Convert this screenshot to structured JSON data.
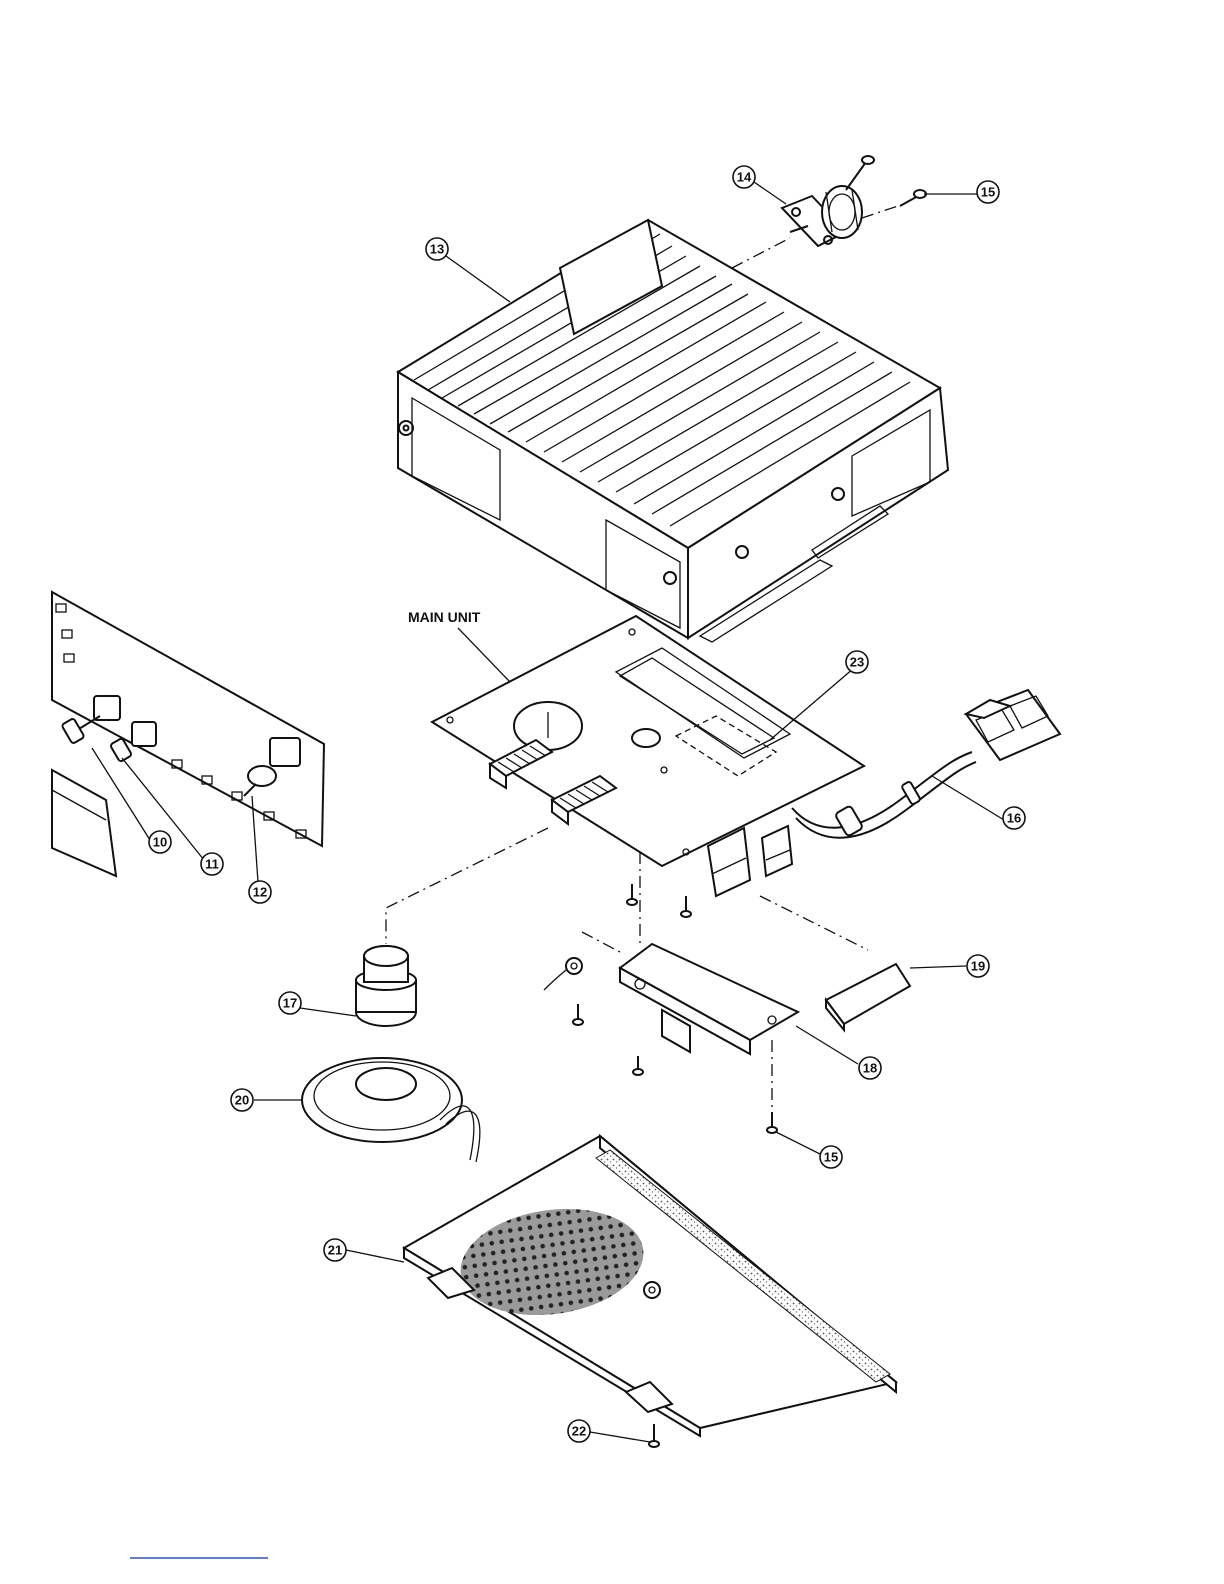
{
  "labels": {
    "main_unit": "MAIN UNIT"
  },
  "callouts": {
    "c10": "10",
    "c11": "11",
    "c12": "12",
    "c13": "13",
    "c14": "14",
    "c15a": "15",
    "c15b": "15",
    "c16": "16",
    "c17": "17",
    "c18": "18",
    "c19": "19",
    "c20": "20",
    "c21": "21",
    "c22": "22",
    "c23": "23"
  }
}
